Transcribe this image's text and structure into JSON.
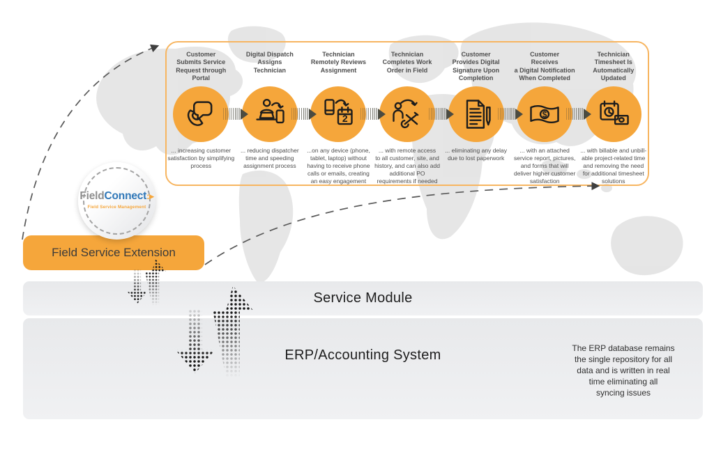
{
  "diagram": {
    "workflow_steps": [
      {
        "title": "Customer\nSubmits Service\nRequest through\nPortal",
        "icon": "phone-chat-icon",
        "description": "... increasing customer\nsatisfaction by simplifying\nprocess"
      },
      {
        "title": "Digital Dispatch\nAssigns\nTechnician",
        "icon": "dispatcher-assign-icon",
        "description": "... reducing dispatcher\ntime and speeding\nassignment process"
      },
      {
        "title": "Technician\nRemotely Reviews\nAssignment",
        "icon": "device-schedule-icon",
        "description": "...on any device (phone,\ntablet, laptop) without\nhaving to receive phone\ncalls or emails, creating\nan easy engagement"
      },
      {
        "title": "Technician\nCompletes Work\nOrder in Field",
        "icon": "technician-tools-icon",
        "description": "... with remote access\nto all customer, site, and\nhistory, and can also add\nadditional PO\nrequirements if needed"
      },
      {
        "title": "Customer\nProvides Digital\nSignature Upon\nCompletion",
        "icon": "document-sign-icon",
        "description": "... eliminating any delay\ndue to lost paperwork"
      },
      {
        "title": "Customer\nReceives\na Digital Notification\nWhen Completed",
        "icon": "money-icon",
        "description": "... with an attached\nservice report, pictures,\nand forms that will\ndeliver higher customer\nsatisfaction"
      },
      {
        "title": "Technician\nTimesheet Is\nAutomatically\nUpdated",
        "icon": "timesheet-icon",
        "description": "... with billable and unbill-\nable project-related time\nand removing the need\nfor additional timesheet\nsolutions"
      }
    ],
    "logo": {
      "brand_field": "Field",
      "brand_connect": "Connect",
      "brand_mark": ":▸",
      "tagline": "Field Service Management"
    },
    "extension_label": "Field Service Extension",
    "service_module_label": "Service Module",
    "erp_label": "ERP/Accounting System",
    "erp_note": "The ERP database remains\nthe single repository for all\ndata and is written in real\ntime eliminating all\nsyncing issues"
  },
  "colors": {
    "accent_orange": "#F5A63B",
    "panel_border": "#F7B560",
    "logo_blue": "#2F77B8",
    "arrow_dark": "#4b4b41",
    "map_gray": "#e3e3e3"
  }
}
